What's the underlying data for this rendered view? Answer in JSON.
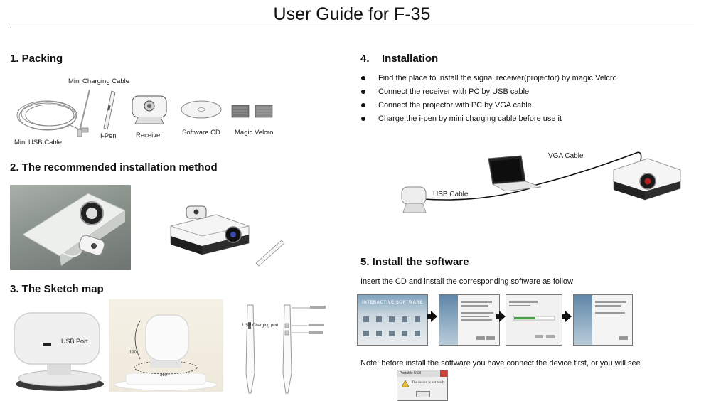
{
  "title": "User Guide for F-35",
  "packing": {
    "heading": "1. Packing",
    "labels": {
      "mini_charging_cable": "Mini Charging Cable",
      "mini_usb_cable": "Mini USB Cable",
      "ipen": "I-Pen",
      "receiver": "Receiver",
      "software_cd": "Software CD",
      "magic_velcro": "Magic Velcro"
    }
  },
  "recommended": {
    "heading": "2. The recommended installation method"
  },
  "sketch": {
    "heading": "3. The Sketch map",
    "usb_port": "USB Port",
    "usb_charging_port": "USB Charging port",
    "angle_top": "120°",
    "angle_bottom": "360°"
  },
  "installation": {
    "number": "4.",
    "heading": "Installation",
    "bullets": [
      "Find the place to install the signal receiver(projector) by magic Velcro",
      "Connect the receiver with PC by USB cable",
      "Connect the projector with PC by VGA cable",
      "Charge the i-pen by mini charging cable before use it"
    ],
    "vga_cable": "VGA Cable",
    "usb_cable": "USB Cable"
  },
  "software": {
    "heading": "5. Install the software",
    "intro": "Insert the CD and install the corresponding software as follow:",
    "banner": "INTERACTIVE SOFTWARE",
    "note": "Note: before install the software you have connect the device first, or you will see",
    "dialog_title": "Portable USB",
    "dialog_message": "The device is not ready"
  },
  "colors": {
    "text": "#111111",
    "rule": "#222222"
  }
}
